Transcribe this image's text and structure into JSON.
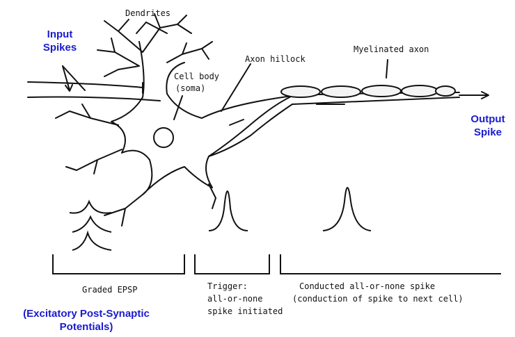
{
  "labels": {
    "dendrites": "Dendrites",
    "cell_body_1": "Cell body",
    "cell_body_2": "(soma)",
    "axon_hillock": "Axon hillock",
    "myelinated_axon": "Myelinated axon",
    "graded_epsp": "Graded EPSP",
    "trigger_1": "Trigger:",
    "trigger_2": "all-or-none",
    "trigger_3": "spike initiated",
    "conducted_1": "Conducted all-or-none spike",
    "conducted_2": "(conduction of spike to next cell)"
  },
  "annotations": {
    "input_1": "Input",
    "input_2": "Spikes",
    "output_1": "Output",
    "output_2": "Spike",
    "epsp_1": "(Excitatory Post-Synaptic",
    "epsp_2": "Potentials)"
  },
  "colors": {
    "annotation": "#1a1ad0",
    "ink": "#111111"
  }
}
